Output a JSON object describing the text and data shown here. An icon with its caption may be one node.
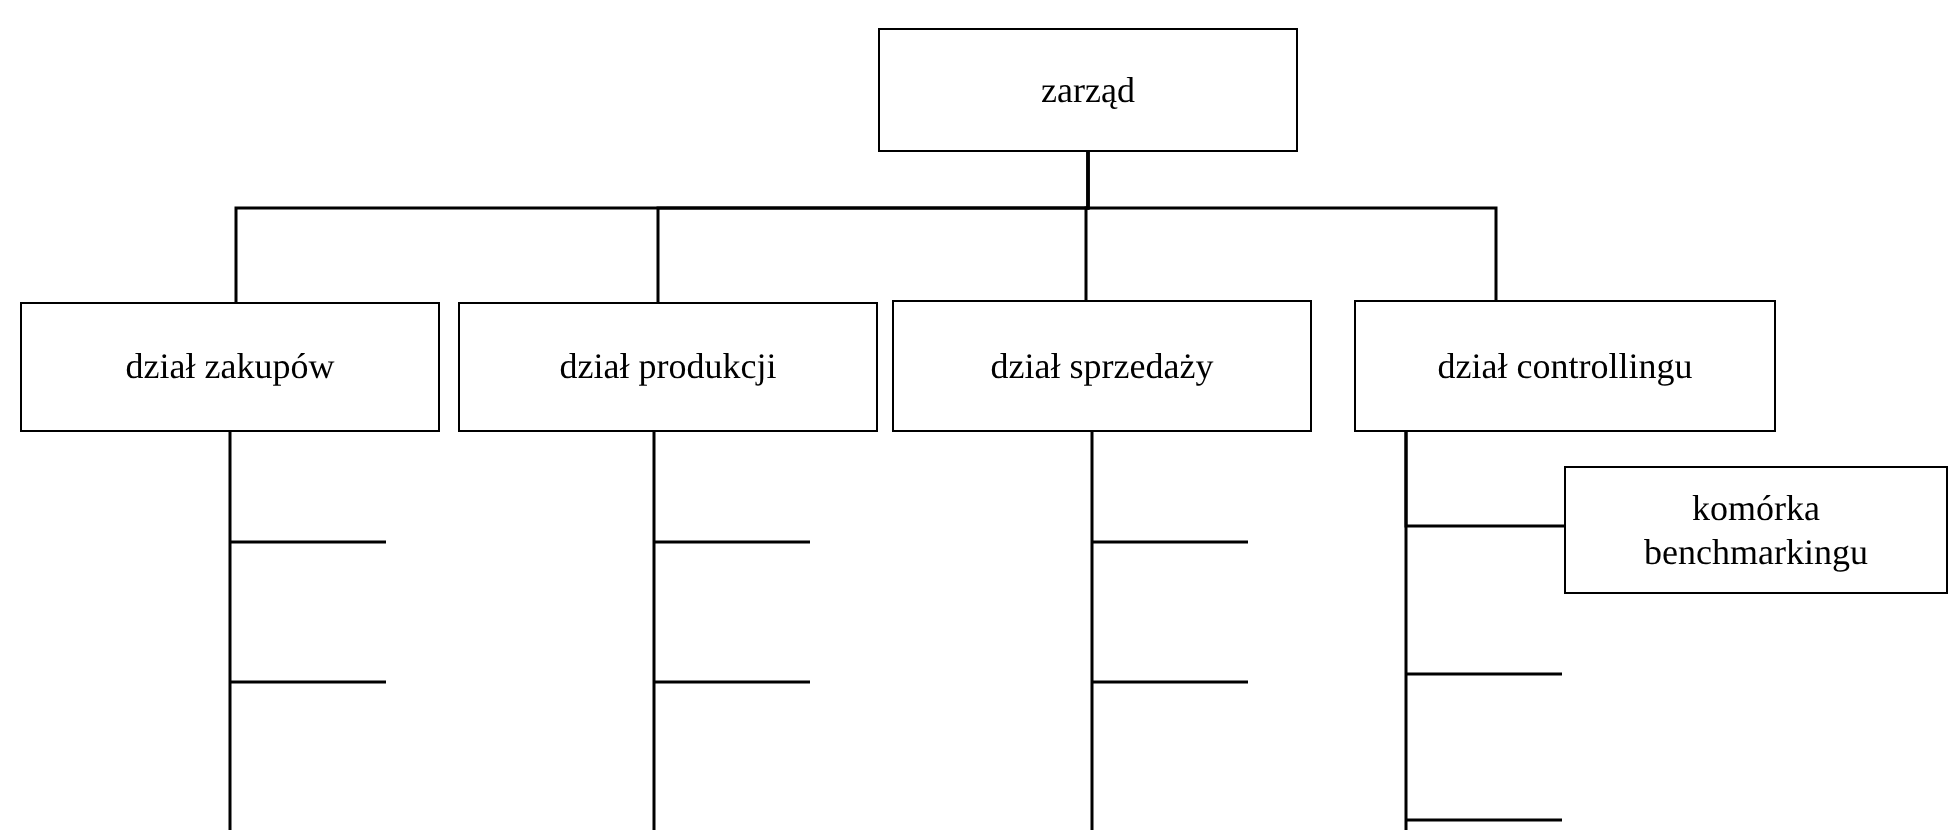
{
  "diagram": {
    "nodes": [
      {
        "text": [
          "zarząd"
        ]
      },
      {
        "text": [
          "dział zakupów"
        ]
      },
      {
        "text": [
          "dział produkcji"
        ]
      },
      {
        "text": [
          "dział sprzedaży"
        ]
      },
      {
        "text": [
          "dział controllingu"
        ]
      },
      {
        "text": [
          "komórka benchmarkingu"
        ]
      }
    ],
    "edges": [
      {
        "from": 0,
        "to": 1,
        "arrow": "none"
      },
      {
        "from": 0,
        "to": 2,
        "arrow": "none"
      },
      {
        "from": 0,
        "to": 3,
        "arrow": "none"
      },
      {
        "from": 0,
        "to": 4,
        "arrow": "none"
      },
      {
        "from": 4,
        "to": 5,
        "arrow": "none"
      }
    ]
  }
}
